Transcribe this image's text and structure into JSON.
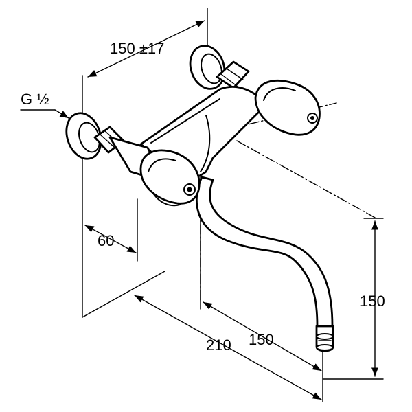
{
  "dimensions": {
    "thread": "G ½",
    "center_distance": "150 ±17",
    "wall_depth": "60",
    "spout_reach_total": "210",
    "spout_reach": "150",
    "spout_height": "150"
  }
}
